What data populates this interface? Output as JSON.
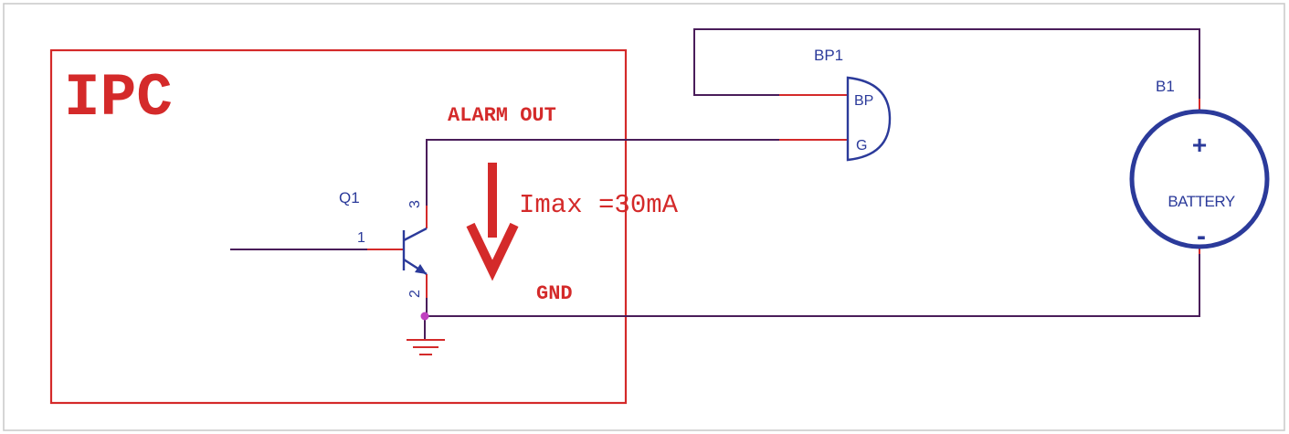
{
  "ipc": {
    "title": "IPC"
  },
  "transistor": {
    "ref": "Q1",
    "pin_base": "1",
    "pin_collector": "3",
    "pin_emitter": "2"
  },
  "labels": {
    "alarm_out": "ALARM OUT",
    "imax": "Imax =30mA",
    "gnd": "GND"
  },
  "buzzer": {
    "ref": "BP1",
    "pin_bp": "BP",
    "pin_g": "G"
  },
  "battery": {
    "ref": "B1",
    "plus": "+",
    "name": "BATTERY",
    "minus": "-"
  },
  "colors": {
    "wire": "#4a1d5a",
    "red": "#d42a2a",
    "blue": "#2b3a9a",
    "junction": "#c040c0",
    "frame": "#c8c8c8"
  }
}
